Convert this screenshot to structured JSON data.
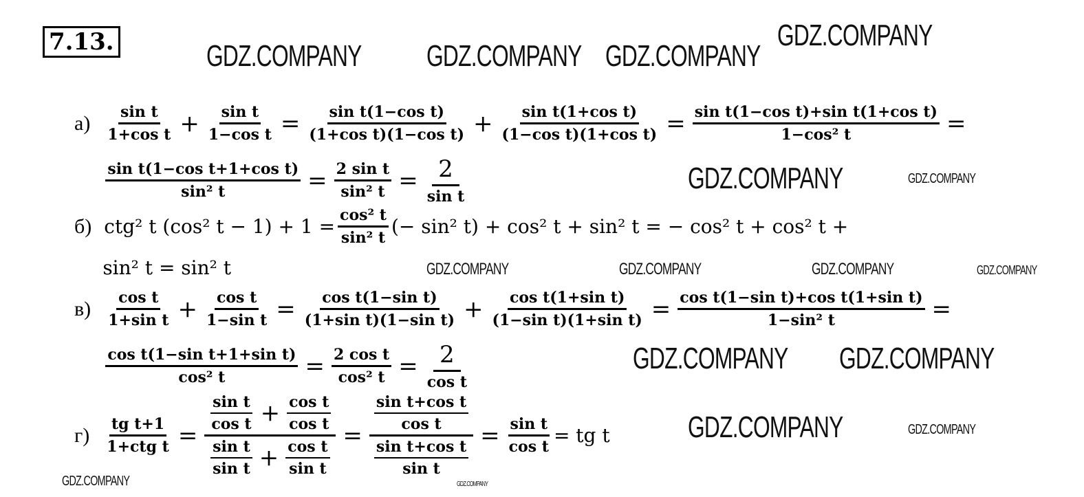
{
  "problem_number": "7.13.",
  "parts": [
    {
      "label": "а)",
      "lines": [
        [
          {
            "num": [
              "sin t"
            ],
            "den": [
              "1+cos t"
            ]
          },
          "+",
          {
            "num": [
              "sin t"
            ],
            "den": [
              "1−cos t"
            ]
          },
          "=",
          {
            "num": [
              "sin t(1−cos t)"
            ],
            "den": [
              "(1+cos t)(1−cos t)"
            ]
          },
          "+",
          {
            "num": [
              "sin t(1+cos t)"
            ],
            "den": [
              "(1−cos t)(1+cos t)"
            ]
          },
          "=",
          {
            "num": [
              "sin t(1−cos t)+sin t(1+cos t)"
            ],
            "den": [
              "1−cos² t"
            ]
          },
          "="
        ],
        [
          {
            "num": [
              "sin t(1−cos t+1+cos t)"
            ],
            "den": [
              "sin² t"
            ]
          },
          "=",
          {
            "num": [
              "2 sin t"
            ],
            "den": [
              "sin² t"
            ]
          },
          "=",
          {
            "num": [
              "2"
            ],
            "den": [
              "sin t"
            ]
          }
        ]
      ]
    },
    {
      "label": "б)",
      "lines": [
        [
          "ctg² t (cos² t − 1) + 1 =",
          {
            "num": [
              "cos² t"
            ],
            "den": [
              "sin² t"
            ]
          },
          "(− sin² t) + cos² t + sin² t = − cos² t + cos² t +"
        ],
        [
          "sin² t = sin² t"
        ]
      ]
    },
    {
      "label": "в)",
      "lines": [
        [
          {
            "num": [
              "cos t"
            ],
            "den": [
              "1+sin t"
            ]
          },
          "+",
          {
            "num": [
              "cos t"
            ],
            "den": [
              "1−sin t"
            ]
          },
          "=",
          {
            "num": [
              "cos t(1−sin t)"
            ],
            "den": [
              "(1+sin t)(1−sin t)"
            ]
          },
          "+",
          {
            "num": [
              "cos t(1+sin t)"
            ],
            "den": [
              "(1−sin t)(1+sin t)"
            ]
          },
          "=",
          {
            "num": [
              "cos t(1−sin t)+cos t(1+sin t)"
            ],
            "den": [
              "1−sin² t"
            ]
          },
          "="
        ],
        [
          {
            "num": [
              "cos t(1−sin t+1+sin t)"
            ],
            "den": [
              "cos² t"
            ]
          },
          "=",
          {
            "num": [
              "2 cos t"
            ],
            "den": [
              "cos² t"
            ]
          },
          "=",
          {
            "num": [
              "2"
            ],
            "den": [
              "cos t"
            ]
          }
        ]
      ]
    },
    {
      "label": "г)",
      "lines": [
        [
          {
            "num": [
              "tg t+1"
            ],
            "den": [
              "1+ctg t"
            ]
          },
          "=",
          {
            "num": [
              {
                "num": [
                  "sin t"
                ],
                "den": [
                  "cos t"
                ]
              },
              "+",
              {
                "num": [
                  "cos t"
                ],
                "den": [
                  "cos t"
                ]
              }
            ],
            "den": [
              {
                "num": [
                  "sin t"
                ],
                "den": [
                  "sin t"
                ]
              },
              "+",
              {
                "num": [
                  "cos t"
                ],
                "den": [
                  "sin t"
                ]
              }
            ]
          },
          "=",
          {
            "num": [
              {
                "num": [
                  "sin t+cos t"
                ],
                "den": [
                  "cos t"
                ]
              }
            ],
            "den": [
              {
                "num": [
                  "sin t+cos t"
                ],
                "den": [
                  "sin t"
                ]
              }
            ]
          },
          "=",
          {
            "num": [
              "sin t"
            ],
            "den": [
              "cos t"
            ]
          },
          "= tg t"
        ]
      ]
    }
  ],
  "watermark": "GDZ.COMPANY"
}
